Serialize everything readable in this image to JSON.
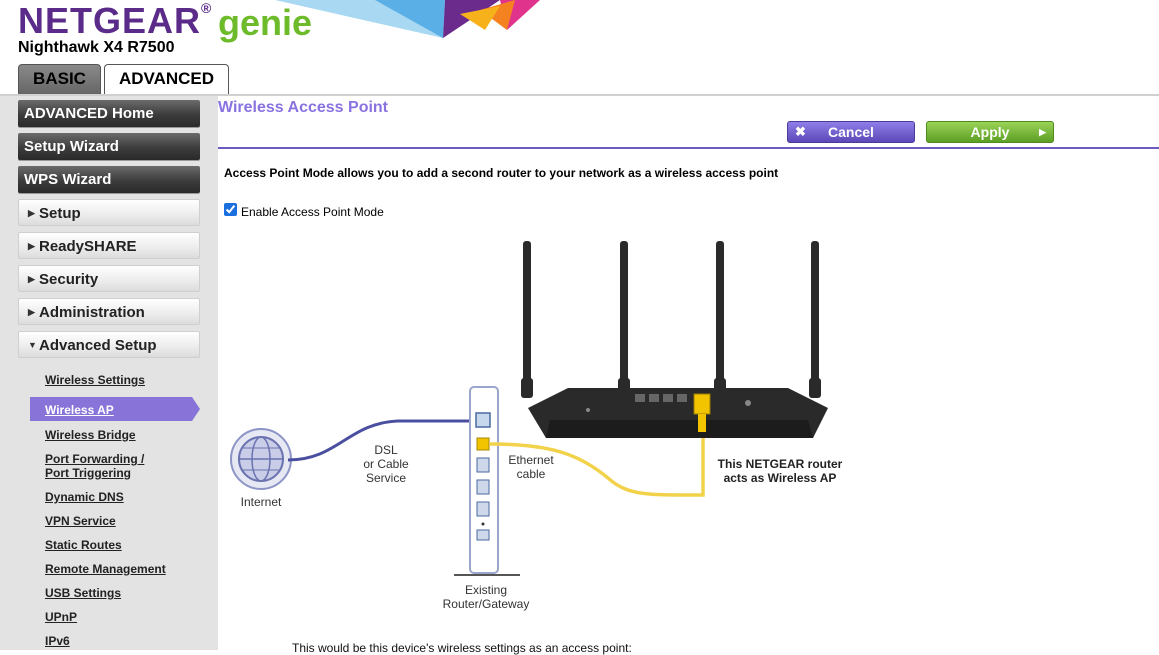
{
  "header": {
    "brand": "NETGEAR",
    "brand_suffix": "genie",
    "model": "Nighthawk X4 R7500",
    "tabs": [
      {
        "label": "BASIC",
        "active": false
      },
      {
        "label": "ADVANCED",
        "active": true
      }
    ]
  },
  "sidebar": {
    "primary": [
      {
        "label": "ADVANCED Home"
      },
      {
        "label": "Setup Wizard"
      },
      {
        "label": "WPS Wizard"
      }
    ],
    "sections": [
      {
        "label": "Setup",
        "expanded": false
      },
      {
        "label": "ReadySHARE",
        "expanded": false
      },
      {
        "label": "Security",
        "expanded": false
      },
      {
        "label": "Administration",
        "expanded": false
      },
      {
        "label": "Advanced Setup",
        "expanded": true
      }
    ],
    "sublinks": [
      {
        "label": "Wireless Settings"
      },
      {
        "label": "Wireless AP",
        "active": true
      },
      {
        "label": "Wireless Bridge"
      },
      {
        "label": "Port Forwarding /",
        "label2": "Port Triggering"
      },
      {
        "label": "Dynamic DNS"
      },
      {
        "label": "VPN Service"
      },
      {
        "label": "Static Routes"
      },
      {
        "label": "Remote Management"
      },
      {
        "label": "USB Settings"
      },
      {
        "label": "UPnP"
      },
      {
        "label": "IPv6"
      }
    ]
  },
  "main": {
    "title": "Wireless Access Point",
    "cancel_label": "Cancel",
    "apply_label": "Apply",
    "description": "Access Point Mode allows you to add a second router to your network as a wireless access point",
    "checkbox_label": "Enable Access Point Mode",
    "checkbox_checked": true,
    "diagram": {
      "internet": "Internet",
      "dsl_line1": "DSL",
      "dsl_line2": "or Cable",
      "dsl_line3": "Service",
      "ethernet_line1": "Ethernet",
      "ethernet_line2": "cable",
      "existing_line1": "Existing",
      "existing_line2": "Router/Gateway",
      "netgear_line1": "This NETGEAR router",
      "netgear_line2": "acts as Wireless AP"
    },
    "footer": "This would be this device's wireless settings as an access point:"
  },
  "colors": {
    "accent_purple": "#8a72e0",
    "apply_green": "#6dbb2a",
    "brand_purple": "#5b2b8a",
    "ethernet_yellow": "#f2c400"
  }
}
